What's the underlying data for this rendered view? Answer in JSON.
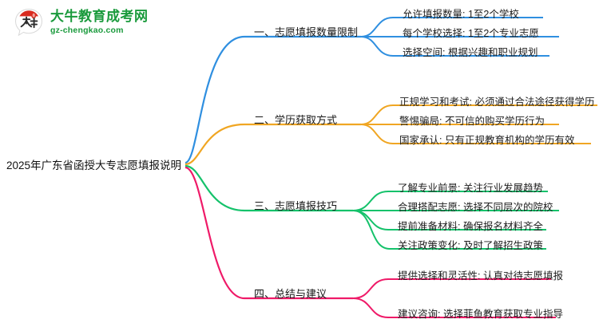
{
  "logo": {
    "mark_name": "da-niu-speech-bubble-logo",
    "cn_text": "大牛教育成考网",
    "en_text": "gz-chengkao.com",
    "mark_text": "大牛",
    "brand_green": "#1a9a3c",
    "brand_red": "#d92b1f"
  },
  "mindmap": {
    "root": "2025年广东省函授大专志愿填报说明",
    "branches": [
      {
        "label": "一、志愿填报数量限制",
        "color": "#2f8fe0",
        "leaves": [
          "允许填报数量: 1至2个学校",
          "每个学校选择: 1至2个专业志愿",
          "选择空间: 根据兴趣和职业规划"
        ]
      },
      {
        "label": "二、学历获取方式",
        "color": "#f0a623",
        "leaves": [
          "正规学习和考试: 必须通过合法途径获得学历",
          "警惕骗局: 不可信的购买学历行为",
          "国家承认: 只有正规教育机构的学历有效"
        ]
      },
      {
        "label": "三、志愿填报技巧",
        "color": "#15c26b",
        "leaves": [
          "了解专业前景: 关注行业发展趋势",
          "合理搭配志愿: 选择不同层次的院校",
          "提前准备材料: 确保报名材料齐全",
          "关注政策变化: 及时了解招生政策"
        ]
      },
      {
        "label": "四、总结与建议",
        "color": "#ef1a68",
        "leaves": [
          "提供选择和灵活性: 认真对待志愿填报",
          "建议咨询: 选择菲鱼教育获取专业指导"
        ]
      }
    ]
  }
}
